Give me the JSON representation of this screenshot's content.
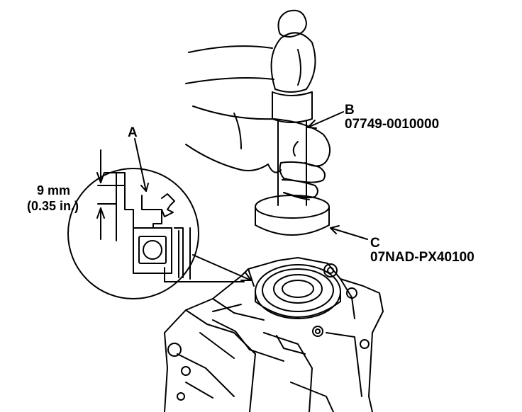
{
  "labels": {
    "a": {
      "letter": "A"
    },
    "b": {
      "letter": "B",
      "part_number": "07749-0010000"
    },
    "c": {
      "letter": "C",
      "part_number": "07NAD-PX40100"
    }
  },
  "dimension": {
    "metric": "9 mm",
    "imperial": "(0.35 in.)"
  },
  "colors": {
    "ink": "#000000",
    "paper": "#ffffff"
  }
}
